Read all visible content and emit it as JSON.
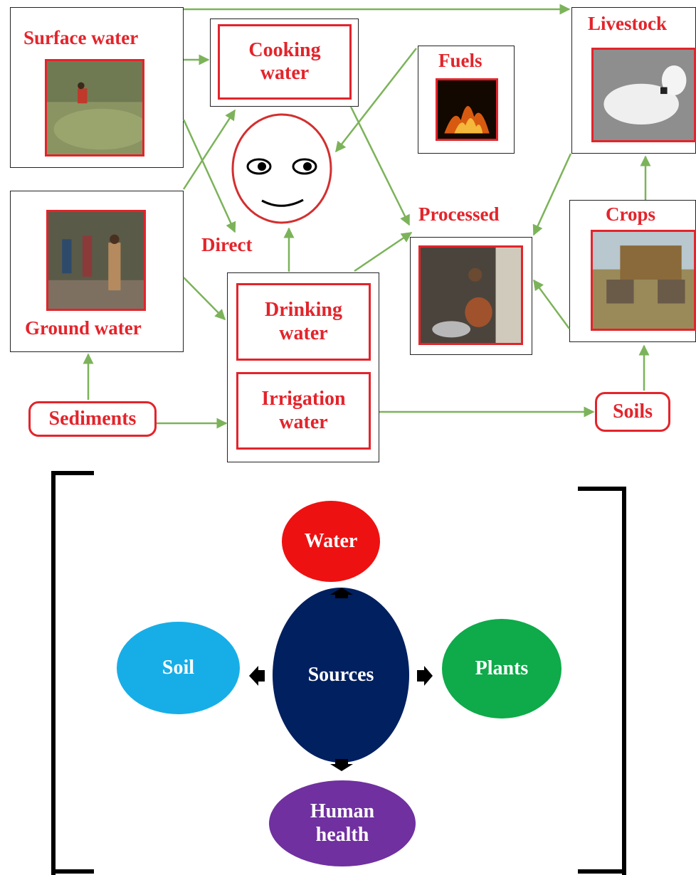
{
  "flow_diagram": {
    "surface_water": "Surface water",
    "cooking_water": "Cooking water",
    "fuels": "Fuels",
    "livestock": "Livestock",
    "ground_water": "Ground water",
    "direct": "Direct",
    "drinking_water": "Drinking water",
    "irrigation_water": "Irrigation water",
    "processed": "Processed",
    "crops": "Crops",
    "sediments": "Sediments",
    "soils": "Soils"
  },
  "sources_diagram": {
    "center": "Sources",
    "top": "Water",
    "left": "Soil",
    "right": "Plants",
    "bottom": "Human health"
  },
  "colors": {
    "label_red": "#e3242b",
    "arrow_green": "#7cb35a",
    "water_oval": "#ee1111",
    "soil_oval": "#17aee8",
    "plants_oval": "#0faa4a",
    "health_oval": "#7030a0",
    "sources_oval": "#002060"
  }
}
